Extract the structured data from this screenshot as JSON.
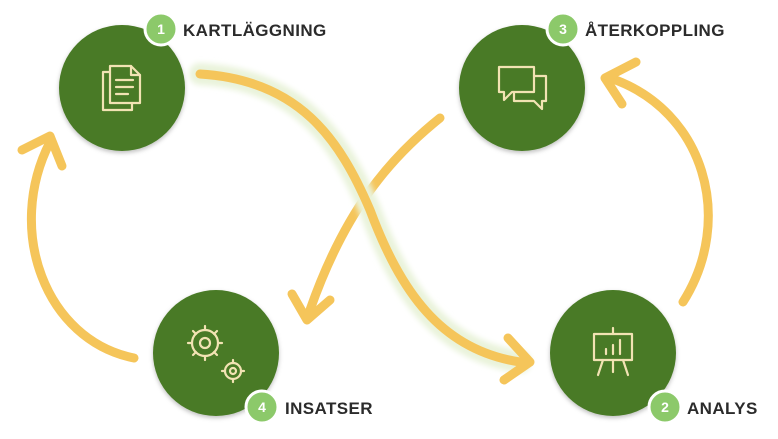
{
  "steps": [
    {
      "number": "1",
      "label": "KARTLÄGGNING",
      "icon": "documents-icon"
    },
    {
      "number": "2",
      "label": "ANALYS",
      "icon": "presentation-board-icon"
    },
    {
      "number": "3",
      "label": "ÅTERKOPPLING",
      "icon": "chat-bubbles-icon"
    },
    {
      "number": "4",
      "label": "INSATSER",
      "icon": "gears-icon"
    }
  ],
  "colors": {
    "circle": "#487a25",
    "badge": "#8cc96a",
    "arrow": "#f5c55a",
    "icon_line": "#f2e3b3",
    "text": "#2b2b2b"
  }
}
